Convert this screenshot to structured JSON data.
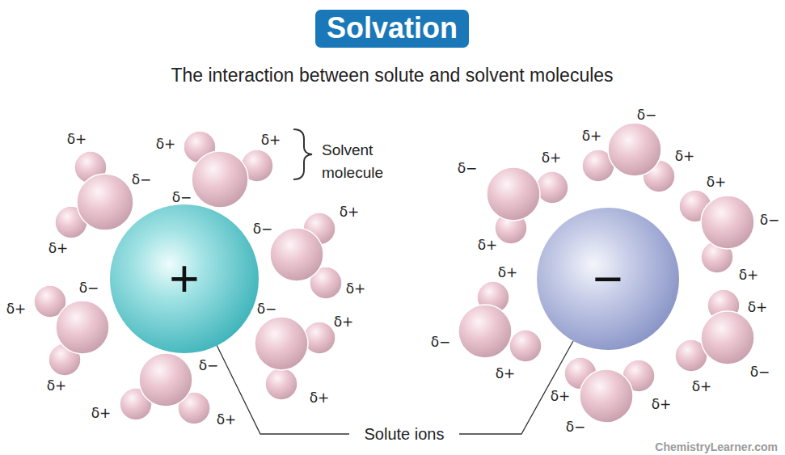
{
  "diagram": {
    "title": "Solvation",
    "nodes": [
      {
        "text": [
          "+"
        ]
      },
      {
        "text": [
          "−"
        ]
      }
    ],
    "labels": [
      "The interaction between solute and solvent molecules",
      "δ+",
      "δ−",
      "δ+",
      "δ+",
      "δ+",
      "δ−",
      "δ−",
      "δ+",
      "δ+",
      "δ−",
      "δ+",
      "δ+",
      "δ−",
      "δ+",
      "δ+",
      "δ−",
      "δ+",
      "δ+",
      "δ−",
      "δ+",
      "δ+",
      "δ+",
      "δ−",
      "δ+",
      "δ+",
      "δ−",
      "δ+",
      "δ+",
      "δ−",
      "δ+",
      "δ+",
      "δ−",
      "δ+",
      "δ+",
      "δ+",
      "δ−",
      "Solvent molecule",
      "Solute ions",
      "ChemistryLearner.com"
    ]
  }
}
